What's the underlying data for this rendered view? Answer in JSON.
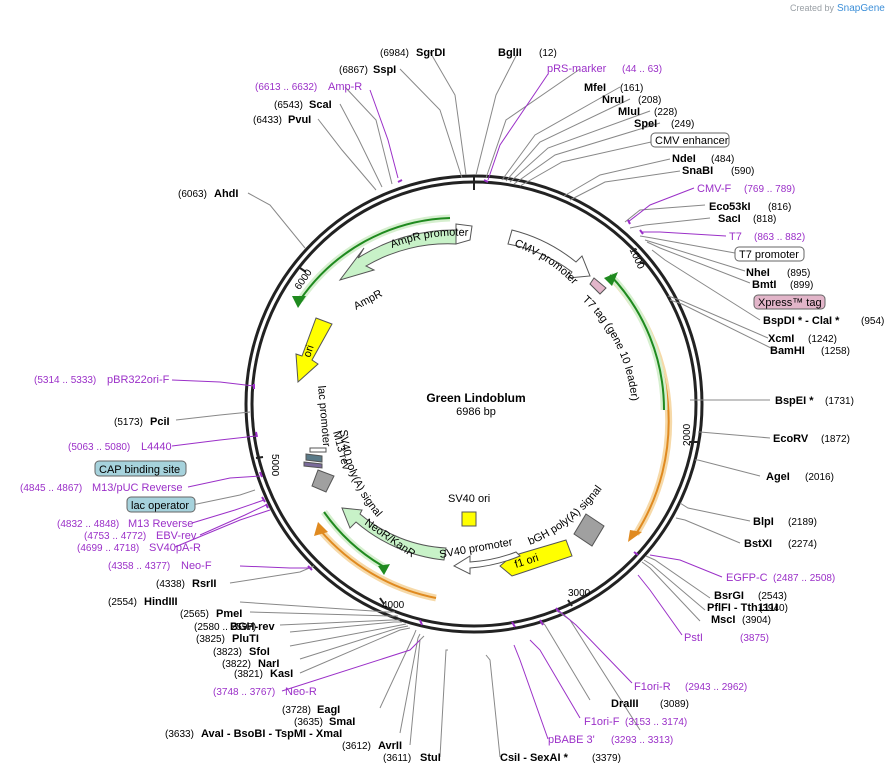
{
  "credit": {
    "prefix": "Created by",
    "brand": "SnapGene"
  },
  "plasmid": {
    "name": "Green Lindoblum",
    "size": "6986 bp"
  },
  "ticks": [
    "1000",
    "2000",
    "3000",
    "4000",
    "5000",
    "6000"
  ],
  "sites": [
    {
      "name": "SgrDI",
      "pos": "(6984)"
    },
    {
      "name": "BglII",
      "pos": "(12)"
    },
    {
      "name": "SspI",
      "pos": "(6867)"
    },
    {
      "name": "pRS-marker",
      "pos": "(44 .. 63)",
      "primer": true
    },
    {
      "name": "Amp-R",
      "pos": "(6613 .. 6632)",
      "primer": true
    },
    {
      "name": "MfeI",
      "pos": "(161)"
    },
    {
      "name": "NruI",
      "pos": "(208)"
    },
    {
      "name": "ScaI",
      "pos": "(6543)"
    },
    {
      "name": "MluI",
      "pos": "(228)"
    },
    {
      "name": "PvuI",
      "pos": "(6433)"
    },
    {
      "name": "SpeI",
      "pos": "(249)"
    },
    {
      "name": "CMV enhancer",
      "pos": "",
      "box": "#ffffff"
    },
    {
      "name": "NdeI",
      "pos": "(484)"
    },
    {
      "name": "SnaBI",
      "pos": "(590)"
    },
    {
      "name": "AhdI",
      "pos": "(6063)"
    },
    {
      "name": "CMV-F",
      "pos": "(769 .. 789)",
      "primer": true
    },
    {
      "name": "Eco53kI",
      "pos": "(816)"
    },
    {
      "name": "SacI",
      "pos": "(818)"
    },
    {
      "name": "T7",
      "pos": "(863 .. 882)",
      "primer": true
    },
    {
      "name": "T7 promoter",
      "pos": "",
      "box": "#ffffff"
    },
    {
      "name": "NheI",
      "pos": "(895)"
    },
    {
      "name": "BmtI",
      "pos": "(899)"
    },
    {
      "name": "Xpress™ tag",
      "pos": "",
      "box": "#e2b5c9"
    },
    {
      "name": "BspDI * - ClaI *",
      "pos": "(954)"
    },
    {
      "name": "XcmI",
      "pos": "(1242)"
    },
    {
      "name": "BamHI",
      "pos": "(1258)"
    },
    {
      "name": "pBR322ori-F",
      "pos": "(5314 .. 5333)",
      "primer": true
    },
    {
      "name": "BspEI *",
      "pos": "(1731)"
    },
    {
      "name": "PciI",
      "pos": "(5173)"
    },
    {
      "name": "EcoRV",
      "pos": "(1872)"
    },
    {
      "name": "L4440",
      "pos": "(5063 .. 5080)",
      "primer": true
    },
    {
      "name": "CAP binding site",
      "pos": "",
      "box": "#a6d2dc"
    },
    {
      "name": "AgeI",
      "pos": "(2016)"
    },
    {
      "name": "M13/pUC Reverse",
      "pos": "(4845 .. 4867)",
      "primer": true
    },
    {
      "name": "lac operator",
      "pos": "",
      "box": "#a6d2dc"
    },
    {
      "name": "BlpI",
      "pos": "(2189)"
    },
    {
      "name": "M13 Reverse",
      "pos": "(4832 .. 4848)",
      "primer": true
    },
    {
      "name": "BstXI",
      "pos": "(2274)"
    },
    {
      "name": "EBV-rev",
      "pos": "(4753 .. 4772)",
      "primer": true
    },
    {
      "name": "SV40pA-R",
      "pos": "(4699 .. 4718)",
      "primer": true
    },
    {
      "name": "Neo-F",
      "pos": "(4358 .. 4377)",
      "primer": true
    },
    {
      "name": "EGFP-C",
      "pos": "(2487 .. 2508)",
      "primer": true
    },
    {
      "name": "RsrII",
      "pos": "(4338)"
    },
    {
      "name": "BsrGI",
      "pos": "(2543)"
    },
    {
      "name": "HindIII",
      "pos": "(2554)"
    },
    {
      "name": "PflFI - Tth111I",
      "pos": "(3940)"
    },
    {
      "name": "PmeI",
      "pos": "(2565)"
    },
    {
      "name": "MscI",
      "pos": "(3904)"
    },
    {
      "name": "BGH-rev",
      "pos": "(2580 .. 2597)",
      "primer": true
    },
    {
      "name": "PstI",
      "pos": "(3875)"
    },
    {
      "name": "PluTI",
      "pos": "(3825)"
    },
    {
      "name": "SfoI",
      "pos": "(3823)"
    },
    {
      "name": "NarI",
      "pos": "(3822)"
    },
    {
      "name": "F1ori-R",
      "pos": "(2943 .. 2962)",
      "primer": true
    },
    {
      "name": "KasI",
      "pos": "(3821)"
    },
    {
      "name": "Neo-R",
      "pos": "(3748 .. 3767)",
      "primer": true
    },
    {
      "name": "DraIII",
      "pos": "(3089)"
    },
    {
      "name": "EagI",
      "pos": "(3728)"
    },
    {
      "name": "F1ori-F",
      "pos": "(3153 .. 3174)",
      "primer": true
    },
    {
      "name": "SmaI",
      "pos": "(3635)"
    },
    {
      "name": "pBABE 3'",
      "pos": "(3293 .. 3313)",
      "primer": true
    },
    {
      "name": "AvaI - BsoBI - TspMI - XmaI",
      "pos": "(3633)"
    },
    {
      "name": "AvrII",
      "pos": "(3612)"
    },
    {
      "name": "StuI",
      "pos": "(3611)"
    },
    {
      "name": "CsiI - SexAI *",
      "pos": "(3379)"
    }
  ],
  "features": [
    {
      "label": "AmpR promoter",
      "color": "#ffffff"
    },
    {
      "label": "AmpR",
      "color": "#c8f2c8"
    },
    {
      "label": "CMV promoter",
      "color": "#ffffff"
    },
    {
      "label": "T7 tag (gene 10 leader)",
      "color": "#e2b5c9"
    },
    {
      "label": "ori",
      "color": "#ffff00"
    },
    {
      "label": "lac promoter",
      "color": "#ffffff"
    },
    {
      "label": "M13 rev",
      "color": "#7a7a7a"
    },
    {
      "label": "SV40 poly(A) signal",
      "color": "#a0a0a0"
    },
    {
      "label": "SV40 ori",
      "color": "#ffff00"
    },
    {
      "label": "bGH poly(A) signal",
      "color": "#a0a0a0"
    },
    {
      "label": "f1 ori",
      "color": "#ffff00"
    },
    {
      "label": "SV40 promoter",
      "color": "#ffffff"
    },
    {
      "label": "NeoR/KanR",
      "color": "#c8f2c8"
    }
  ],
  "colors": {
    "primer": "#9b30c8",
    "orf_line": "#1f8a1f",
    "orf_glow": "#e8a03a",
    "backbone": "#222222"
  }
}
